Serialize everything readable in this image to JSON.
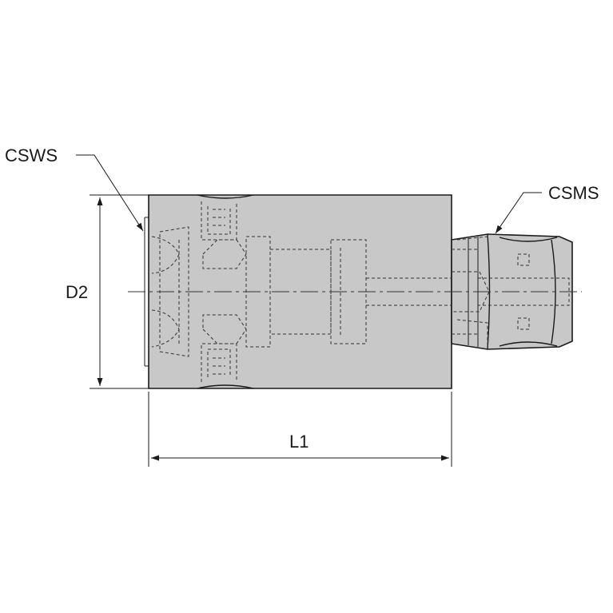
{
  "labels": {
    "csws": "CSWS",
    "csms": "CSMS",
    "d2": "D2",
    "l1": "L1"
  },
  "colors": {
    "body_fill": "#c8c8c8",
    "line": "#1a1a1a",
    "background": "#ffffff"
  }
}
